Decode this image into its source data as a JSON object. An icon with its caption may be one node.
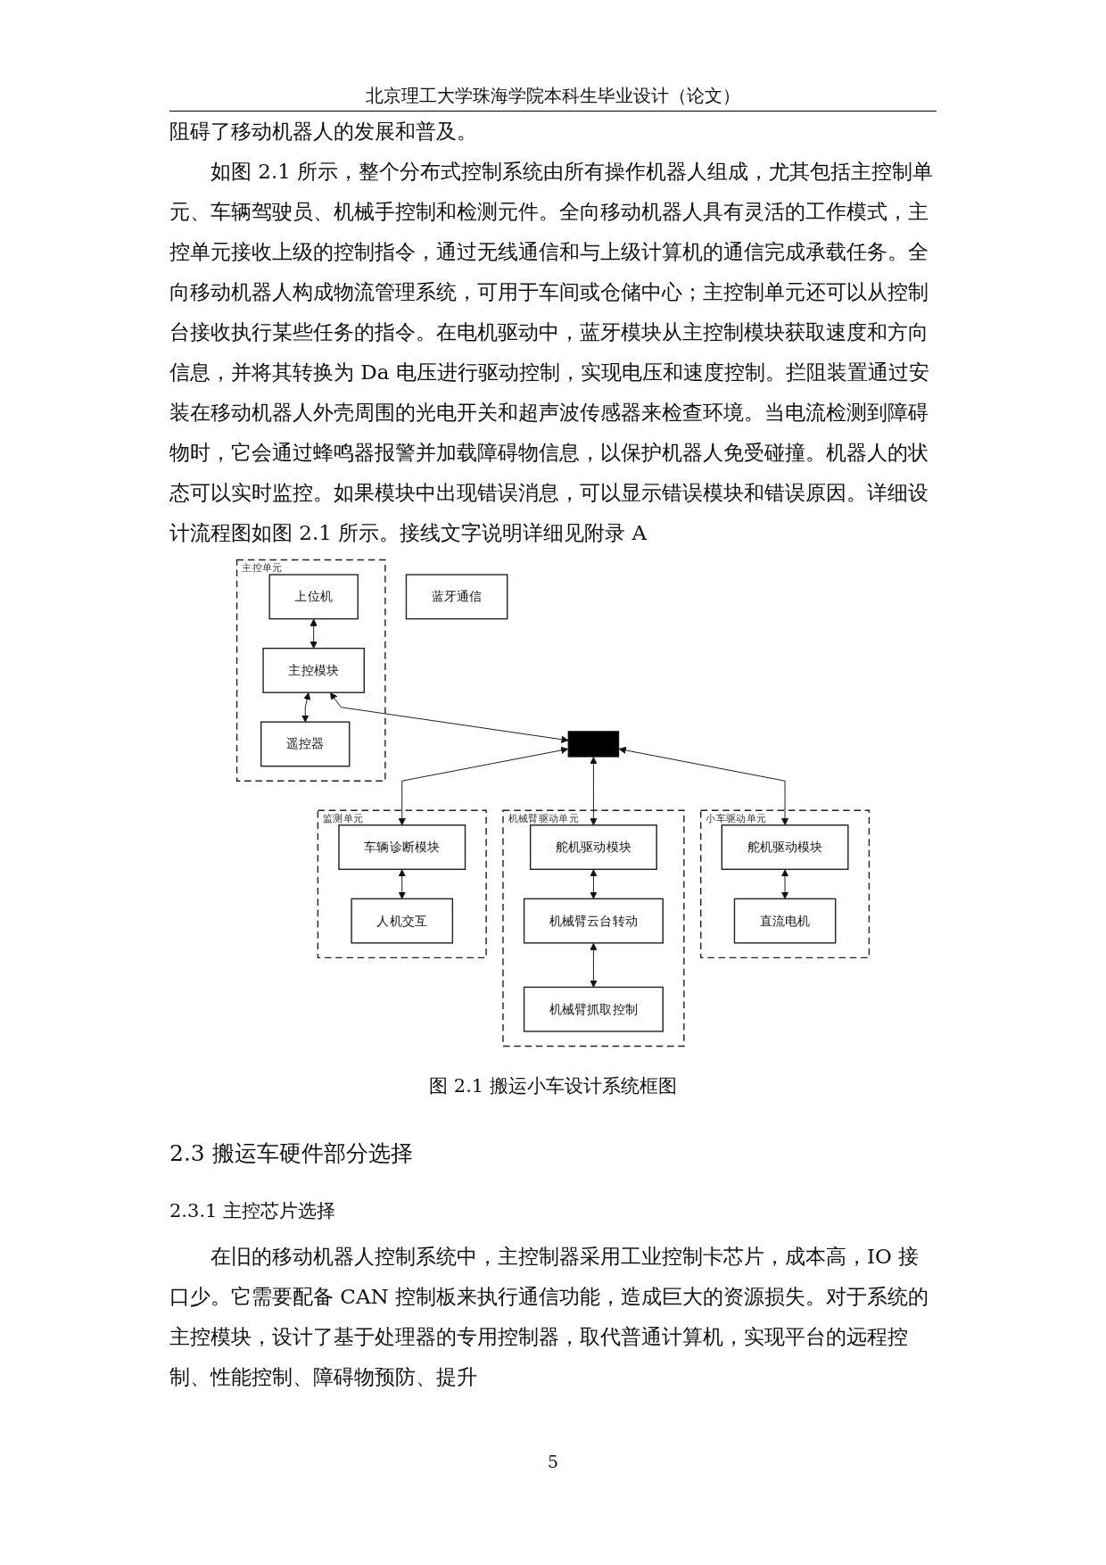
{
  "diagram": {
    "caption": "图 2.1 搬运小车设计系统框图",
    "nodes": [
      {
        "text": [
          "主控单元"
        ]
      },
      {
        "text": [
          "上位机"
        ],
        "in": 0
      },
      {
        "text": [
          "主控模块"
        ],
        "in": 0
      },
      {
        "text": [
          "遥控器"
        ],
        "in": 0
      },
      {
        "text": [
          "蓝牙通信"
        ]
      },
      {
        "text": [],
        "shape": "bar"
      },
      {
        "text": [
          "小车驱动单元"
        ]
      },
      {
        "text": [
          "舵机驱动模块"
        ],
        "in": 6
      },
      {
        "text": [
          "直流电机"
        ],
        "in": 6
      },
      {
        "text": [
          "机械臂驱动单元"
        ]
      },
      {
        "text": [
          "舵机驱动模块"
        ],
        "in": 9
      },
      {
        "text": [
          "机械臂云台转动"
        ],
        "in": 9
      },
      {
        "text": [
          "机械臂抓取控制"
        ],
        "in": 9
      },
      {
        "text": [
          "监测单元"
        ]
      },
      {
        "text": [
          "车辆诊断模块"
        ],
        "in": 13
      },
      {
        "text": [
          "人机交互"
        ],
        "in": 13
      }
    ],
    "edges": [
      {
        "from": 1,
        "to": 2,
        "arrow": "both"
      },
      {
        "from": 2,
        "to": 3,
        "arrow": "both"
      },
      {
        "from": 2,
        "to": 5,
        "arrow": "both"
      },
      {
        "from": 5,
        "to": 7,
        "arrow": "both"
      },
      {
        "from": 7,
        "to": 8,
        "arrow": "both"
      },
      {
        "from": 5,
        "to": 10,
        "arrow": "both"
      },
      {
        "from": 10,
        "to": 11,
        "arrow": "both"
      },
      {
        "from": 11,
        "to": 12,
        "arrow": "both"
      },
      {
        "from": 5,
        "to": 14,
        "arrow": "both"
      },
      {
        "from": 14,
        "to": 15,
        "arrow": "both"
      }
    ],
    "labels": [
      "北京理工大学珠海学院本科生毕业设计（论文）",
      "阻碍了移动机器人的发展和普及。",
      "如图 2.1 所示，整个分布式控制系统由所有操作机器人组成，尤其包括主控制单元、车辆驾驶员、机械手控制和检测元件。全向移动机器人具有灵活的工作模式，主控单元接收上级的控制指令，通过无线通信和与上级计算机的通信完成承载任务。全向移动机器人构成物流管理系统，可用于车间或仓储中心；主控制单元还可以从控制台接收执行某些任务的指令。在电机驱动中，蓝牙模块从主控制模块获取速度和方向信息，并将其转换为 Da 电压进行驱动控制，实现电压和速度控制。拦阻装置通过安装在移动机器人外壳周围的光电开关和超声波传感器来检查环境。当电流检测到障碍物时，它会通过蜂鸣器报警并加载障碍物信息，以保护机器人免受碰撞。机器人的状态可以实时监控。如果模块中出现错误消息，可以显示错误模块和错误原因。详细设计流程图如图 2.1 所示。接线文字说明详细见附录 A",
      "2.3 搬运车硬件部分选择",
      "2.3.1 主控芯片选择",
      "在旧的移动机器人控制系统中，主控制器采用工业控制卡芯片，成本高，IO 接口少。它需要配备 CAN 控制板来执行通信功能，造成巨大的资源损失。对于系统的主控模块，设计了基于处理器的专用控制器，取代普通计算机，实现平台的远程控制、性能控制、障碍物预防、提升",
      "5"
    ]
  }
}
